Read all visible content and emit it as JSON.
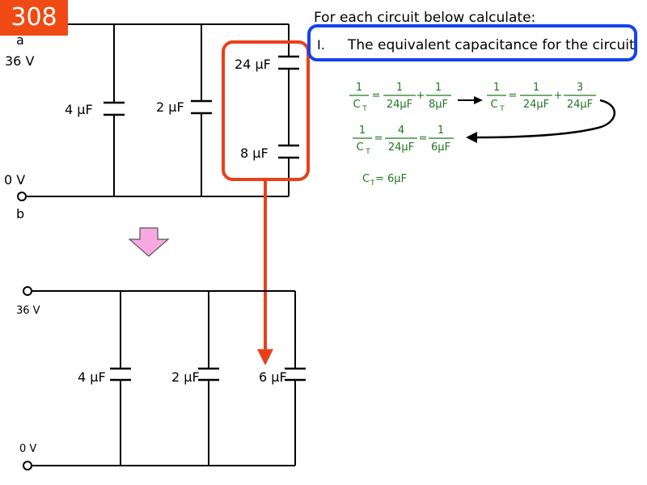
{
  "slide_number": "308",
  "intro": "For each circuit below calculate:",
  "item": {
    "number": "I.",
    "text": "The equivalent capacitance for the circuit"
  },
  "circuit1": {
    "node_a": "a",
    "node_b": "b",
    "top_voltage": "36 V",
    "bottom_voltage": "0 V",
    "caps": [
      "4 μF",
      "2 μF",
      "24 μF",
      "8 μF"
    ]
  },
  "circuit2": {
    "top_voltage": "36 V",
    "bottom_voltage": "0 V",
    "caps": [
      "4 μF",
      "2 μF",
      "6 μF"
    ]
  },
  "equations": {
    "one": "1",
    "three": "3",
    "four": "4",
    "ct": "C",
    "ct_sub": "T",
    "d24": "24μF",
    "d8": "8μF",
    "d6": "6μF",
    "eq": "=",
    "plus": "+",
    "result": "C",
    "result_sub": "T",
    "result_value": " = 6μF"
  },
  "colors": {
    "badge": "#f04a14",
    "highlight_box": "#e8401a",
    "item_box": "#1244ee",
    "equation_green": "#227722",
    "down_arrow": "#f7a8e0"
  }
}
